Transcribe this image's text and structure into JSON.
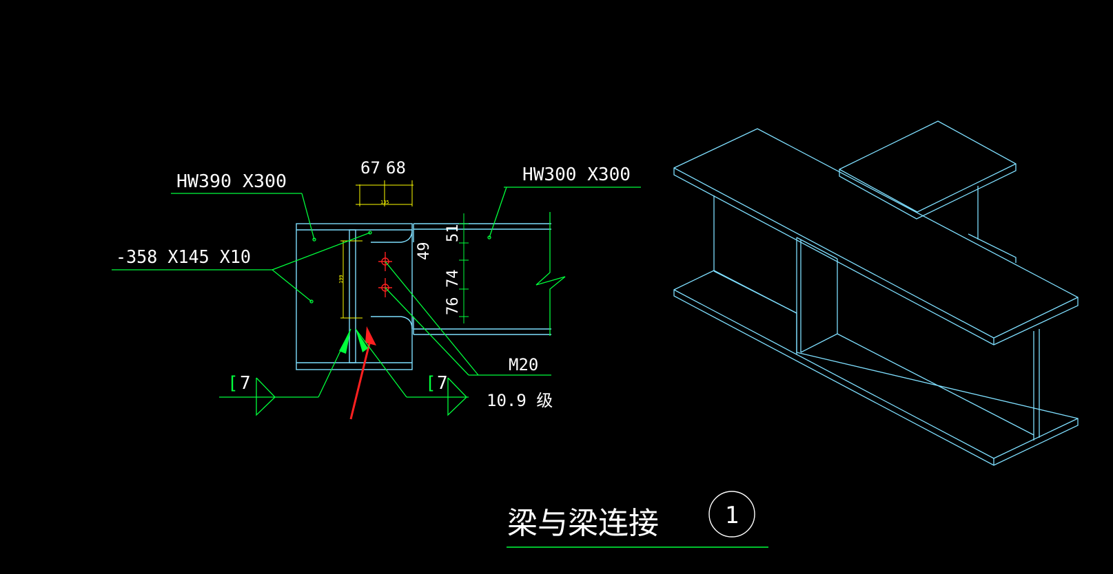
{
  "labels": {
    "beam_main": "HW390 X300",
    "beam_secondary": "HW300 X300",
    "plate": "-358  X145 X10",
    "dim_top_left": "67",
    "dim_top_right": "68",
    "dim_top_total": "135",
    "dim_vertical_plate": "199",
    "dim_49": "49",
    "dim_51": "51",
    "dim_74": "74",
    "dim_76": "76",
    "bolt_size": "M20",
    "bolt_grade": "10.9 级",
    "weld_left_symbol": "[",
    "weld_left_size": "7",
    "weld_right_symbol": "[",
    "weld_right_size": "7",
    "title": "梁与梁连接",
    "detail_number": "1"
  },
  "colors": {
    "background": "#000000",
    "cyan_lines": "#7fdfff",
    "green_lines": "#00ff3c",
    "white_text": "#ffffff",
    "yellow_dims": "#ffff00",
    "red_marks": "#ff2020"
  }
}
